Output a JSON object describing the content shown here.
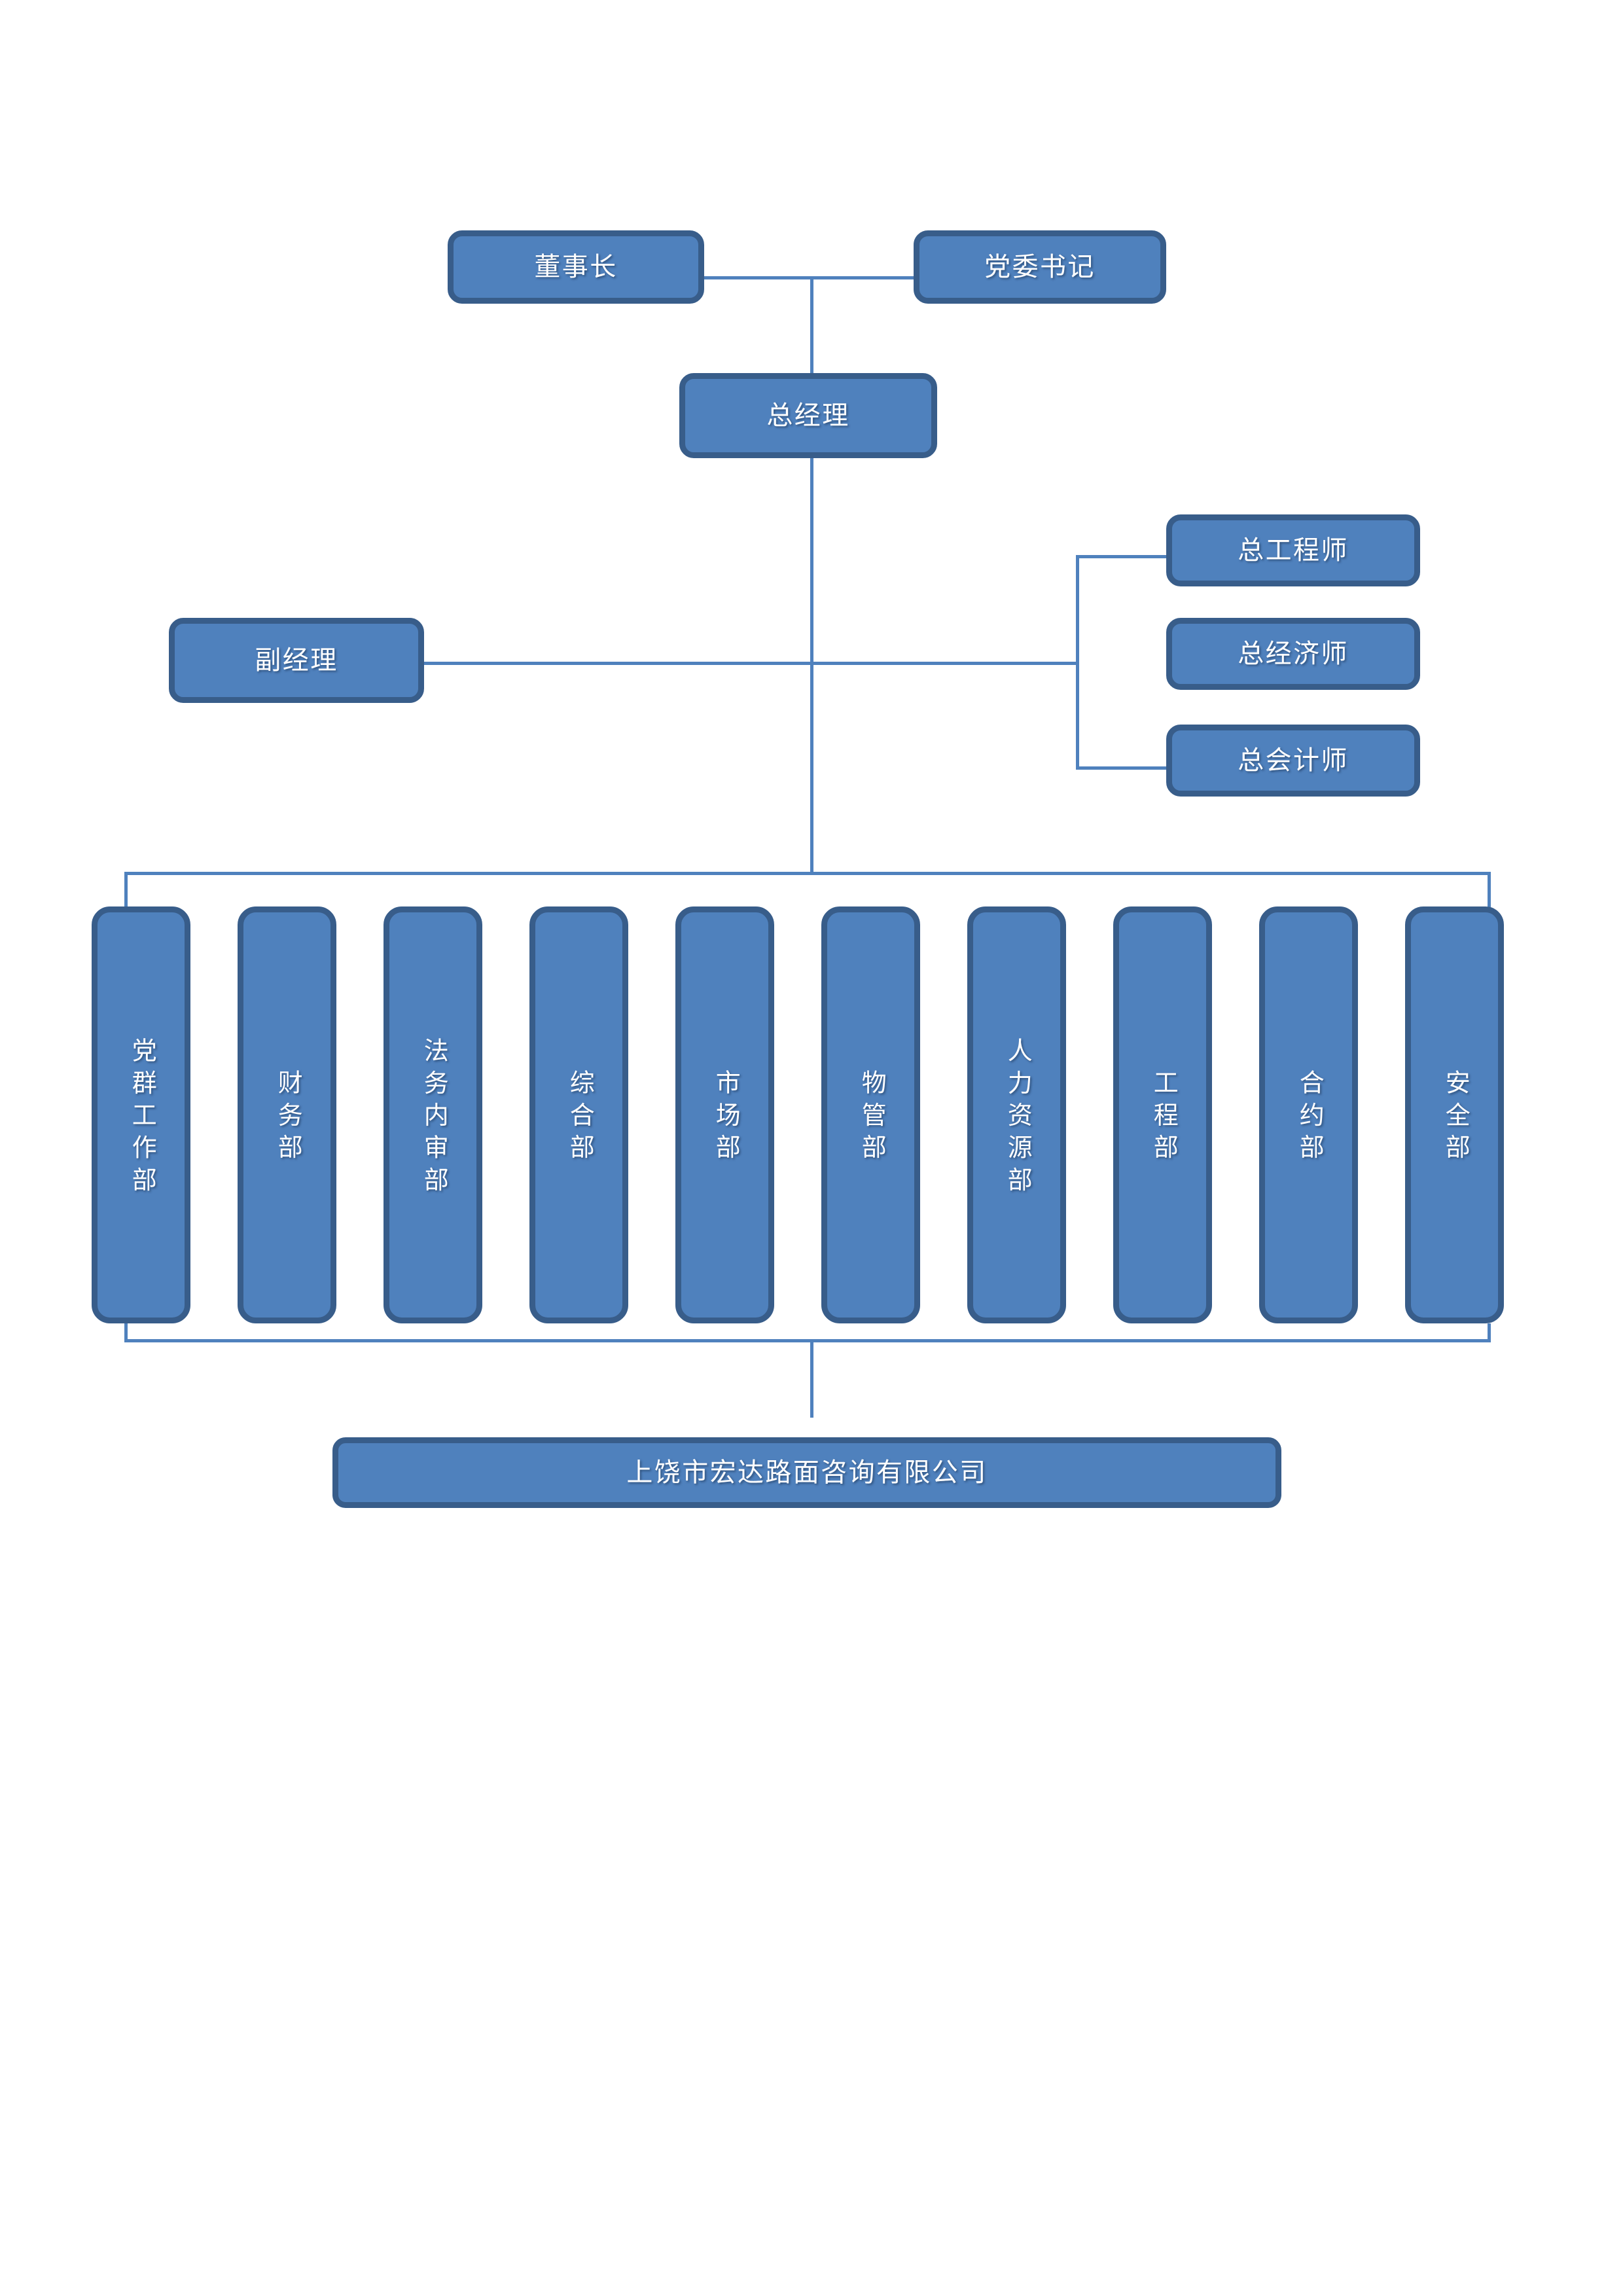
{
  "chart_title": "",
  "org_chart": {
    "type": "organization-chart",
    "colors": {
      "box_fill": "#4f81bd",
      "box_border": "#385d8a",
      "connector": "#4f81bd",
      "text": "#ffffff",
      "background": "#ffffff"
    },
    "executives": [
      {
        "id": "chairman",
        "label": "董事长"
      },
      {
        "id": "party-secretary",
        "label": "党委书记"
      },
      {
        "id": "general-manager",
        "label": "总经理"
      },
      {
        "id": "deputy-manager",
        "label": "副经理"
      }
    ],
    "chief_officers": [
      {
        "id": "chief-engineer",
        "label": "总工程师"
      },
      {
        "id": "chief-economist",
        "label": "总经济师"
      },
      {
        "id": "chief-accountant",
        "label": "总会计师"
      }
    ],
    "departments": [
      {
        "id": "party-mass-work",
        "label": "党群工作部"
      },
      {
        "id": "finance",
        "label": "财务部"
      },
      {
        "id": "legal-audit",
        "label": "法务内审部"
      },
      {
        "id": "general-affairs",
        "label": "综合部"
      },
      {
        "id": "marketing",
        "label": "市场部"
      },
      {
        "id": "property-mgmt",
        "label": "物管部"
      },
      {
        "id": "human-resources",
        "label": "人力资源部"
      },
      {
        "id": "engineering",
        "label": "工程部"
      },
      {
        "id": "contracts",
        "label": "合约部"
      },
      {
        "id": "safety",
        "label": "安全部"
      }
    ],
    "company": {
      "id": "company-name",
      "label": "上饶市宏达路面咨询有限公司"
    },
    "relationships": [
      "董事长 — 党委书记 (同级横向连接)",
      "董事长/党委书记 → 总经理",
      "总经理 → 副经理",
      "总经理 → 总工程师 / 总经济师 / 总会计师",
      "总经理 → 十个职能部门",
      "职能部门 → 上饶市宏达路面咨询有限公司"
    ]
  }
}
